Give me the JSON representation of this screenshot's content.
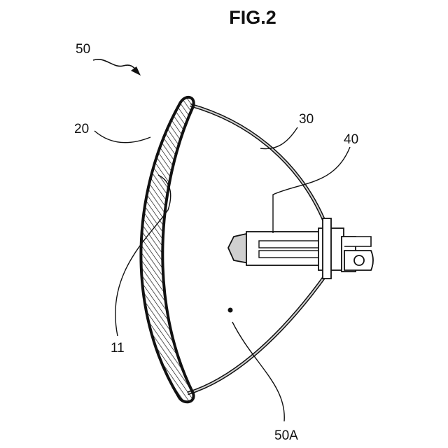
{
  "figure": {
    "title": "FIG.2",
    "labels": {
      "assembly": "50",
      "lens": "20",
      "reflector": "30",
      "bulb": "40",
      "inner_surface": "11",
      "focal_region": "50A"
    }
  }
}
